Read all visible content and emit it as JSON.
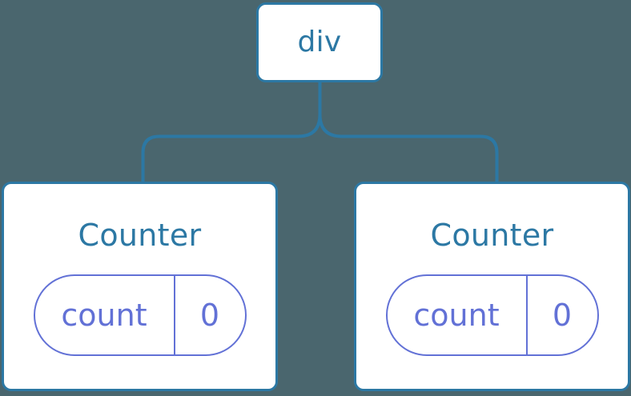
{
  "diagram": {
    "type": "component-tree",
    "background_color": "#4a666e",
    "node_border_color": "#2c78a4",
    "node_fill_color": "#ffffff",
    "label_color": "#2c78a4",
    "state_color": "#6271d6",
    "connector_color": "#2c78a4",
    "root": {
      "label": "div"
    },
    "children": [
      {
        "label": "Counter",
        "state": {
          "key": "count",
          "value": "0"
        }
      },
      {
        "label": "Counter",
        "state": {
          "key": "count",
          "value": "0"
        }
      }
    ]
  }
}
